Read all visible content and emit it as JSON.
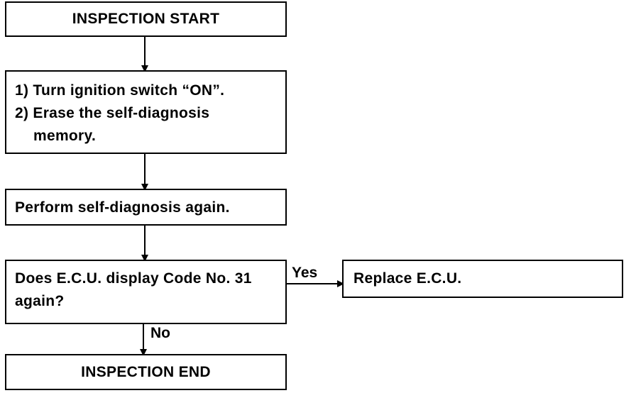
{
  "nodes": {
    "start": {
      "text": "INSPECTION START"
    },
    "step1": {
      "lines": [
        "1) Turn ignition switch “ON”.",
        "2) Erase the self-diagnosis",
        "    memory."
      ]
    },
    "step2": {
      "text": "Perform self-diagnosis again."
    },
    "decision": {
      "lines": [
        "Does E.C.U. display Code No. 31",
        "again?"
      ]
    },
    "replace": {
      "text": "Replace E.C.U."
    },
    "end": {
      "text": "INSPECTION END"
    }
  },
  "edges": {
    "yes_label": "Yes",
    "no_label": "No"
  }
}
